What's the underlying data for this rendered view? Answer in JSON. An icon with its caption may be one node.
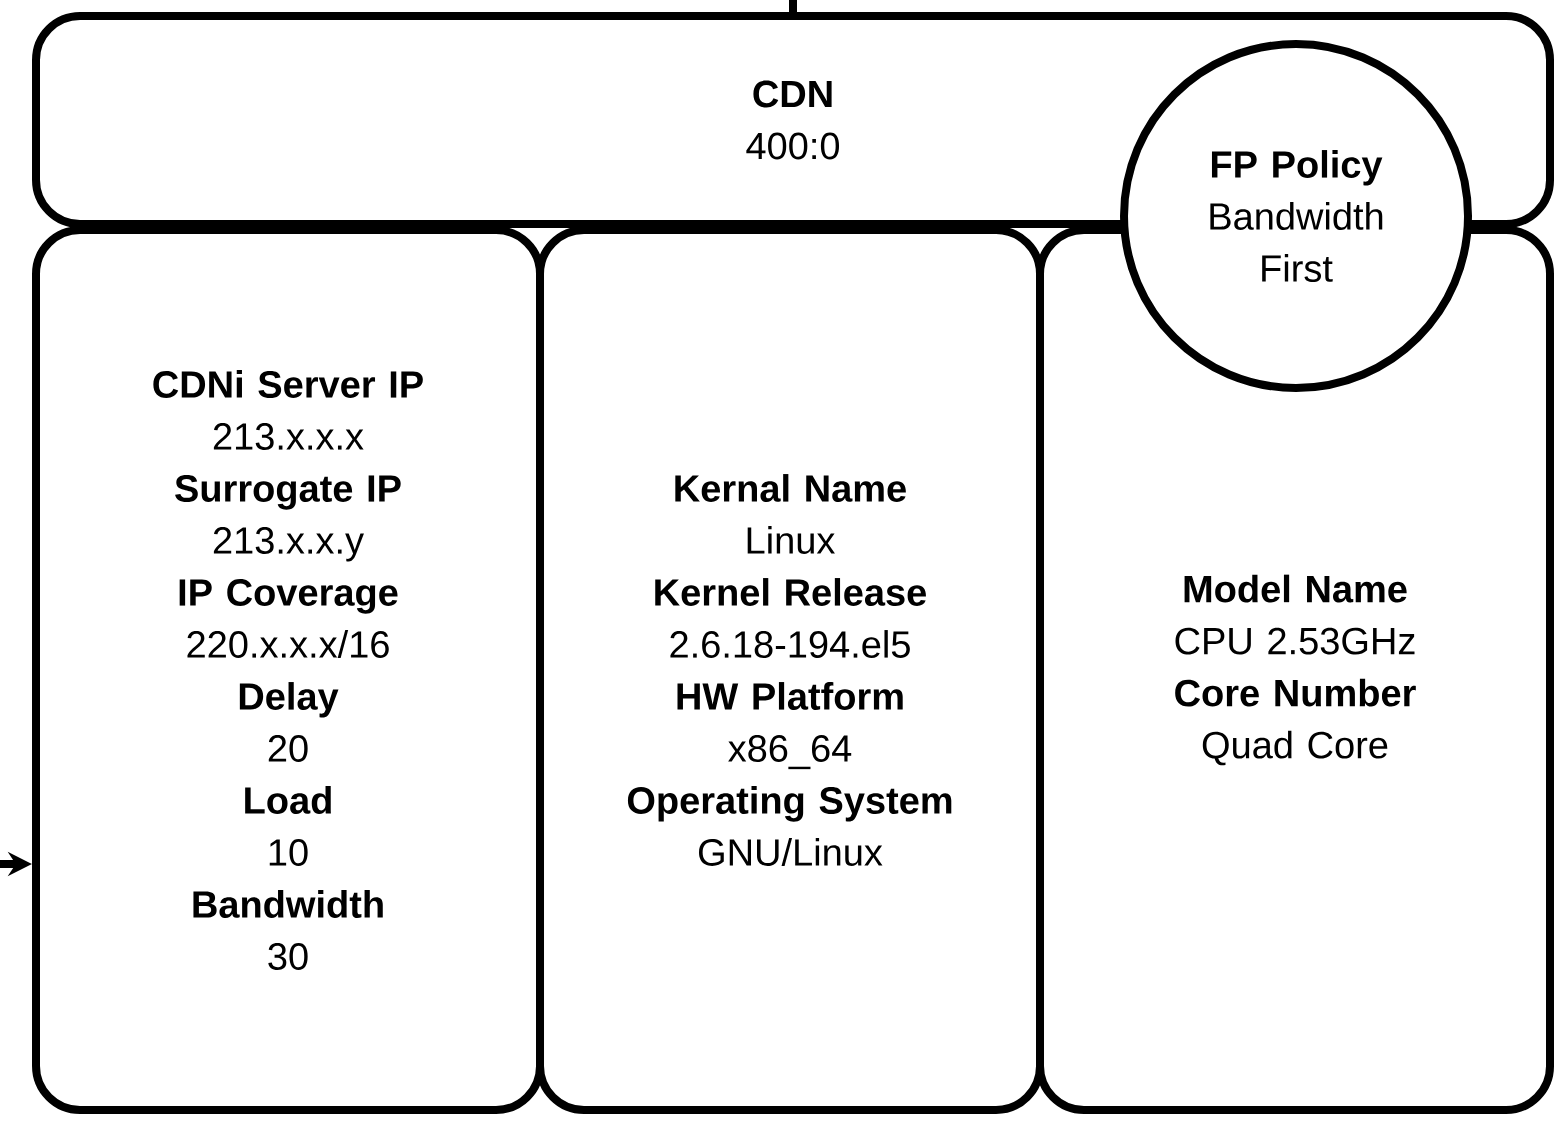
{
  "diagram": {
    "nodes": [
      {
        "text": [
          "CDN",
          "400:0"
        ]
      },
      {
        "text": [
          "FP Policy",
          "Bandwidth First"
        ]
      },
      {
        "text": [
          "CDNi Server IP",
          "213.x.x.x",
          "Surrogate IP",
          "213.x.x.y",
          "IP Coverage",
          "220.x.x.x/16",
          "Delay",
          "20",
          "Load",
          "10",
          "Bandwidth",
          "30"
        ]
      },
      {
        "text": [
          "Kernal Name",
          "Linux",
          "Kernel Release",
          "2.6.18-194.el5",
          "HW Platform",
          "x86_64",
          "Operating System",
          "GNU/Linux"
        ]
      },
      {
        "text": [
          "Model Name",
          "CPU 2.53GHz",
          "Core Number",
          "Quad Core"
        ]
      }
    ],
    "edges": [
      {
        "from": null,
        "to": 0,
        "arrow": "none"
      },
      {
        "from": null,
        "to": 2,
        "arrow": "to"
      }
    ]
  }
}
